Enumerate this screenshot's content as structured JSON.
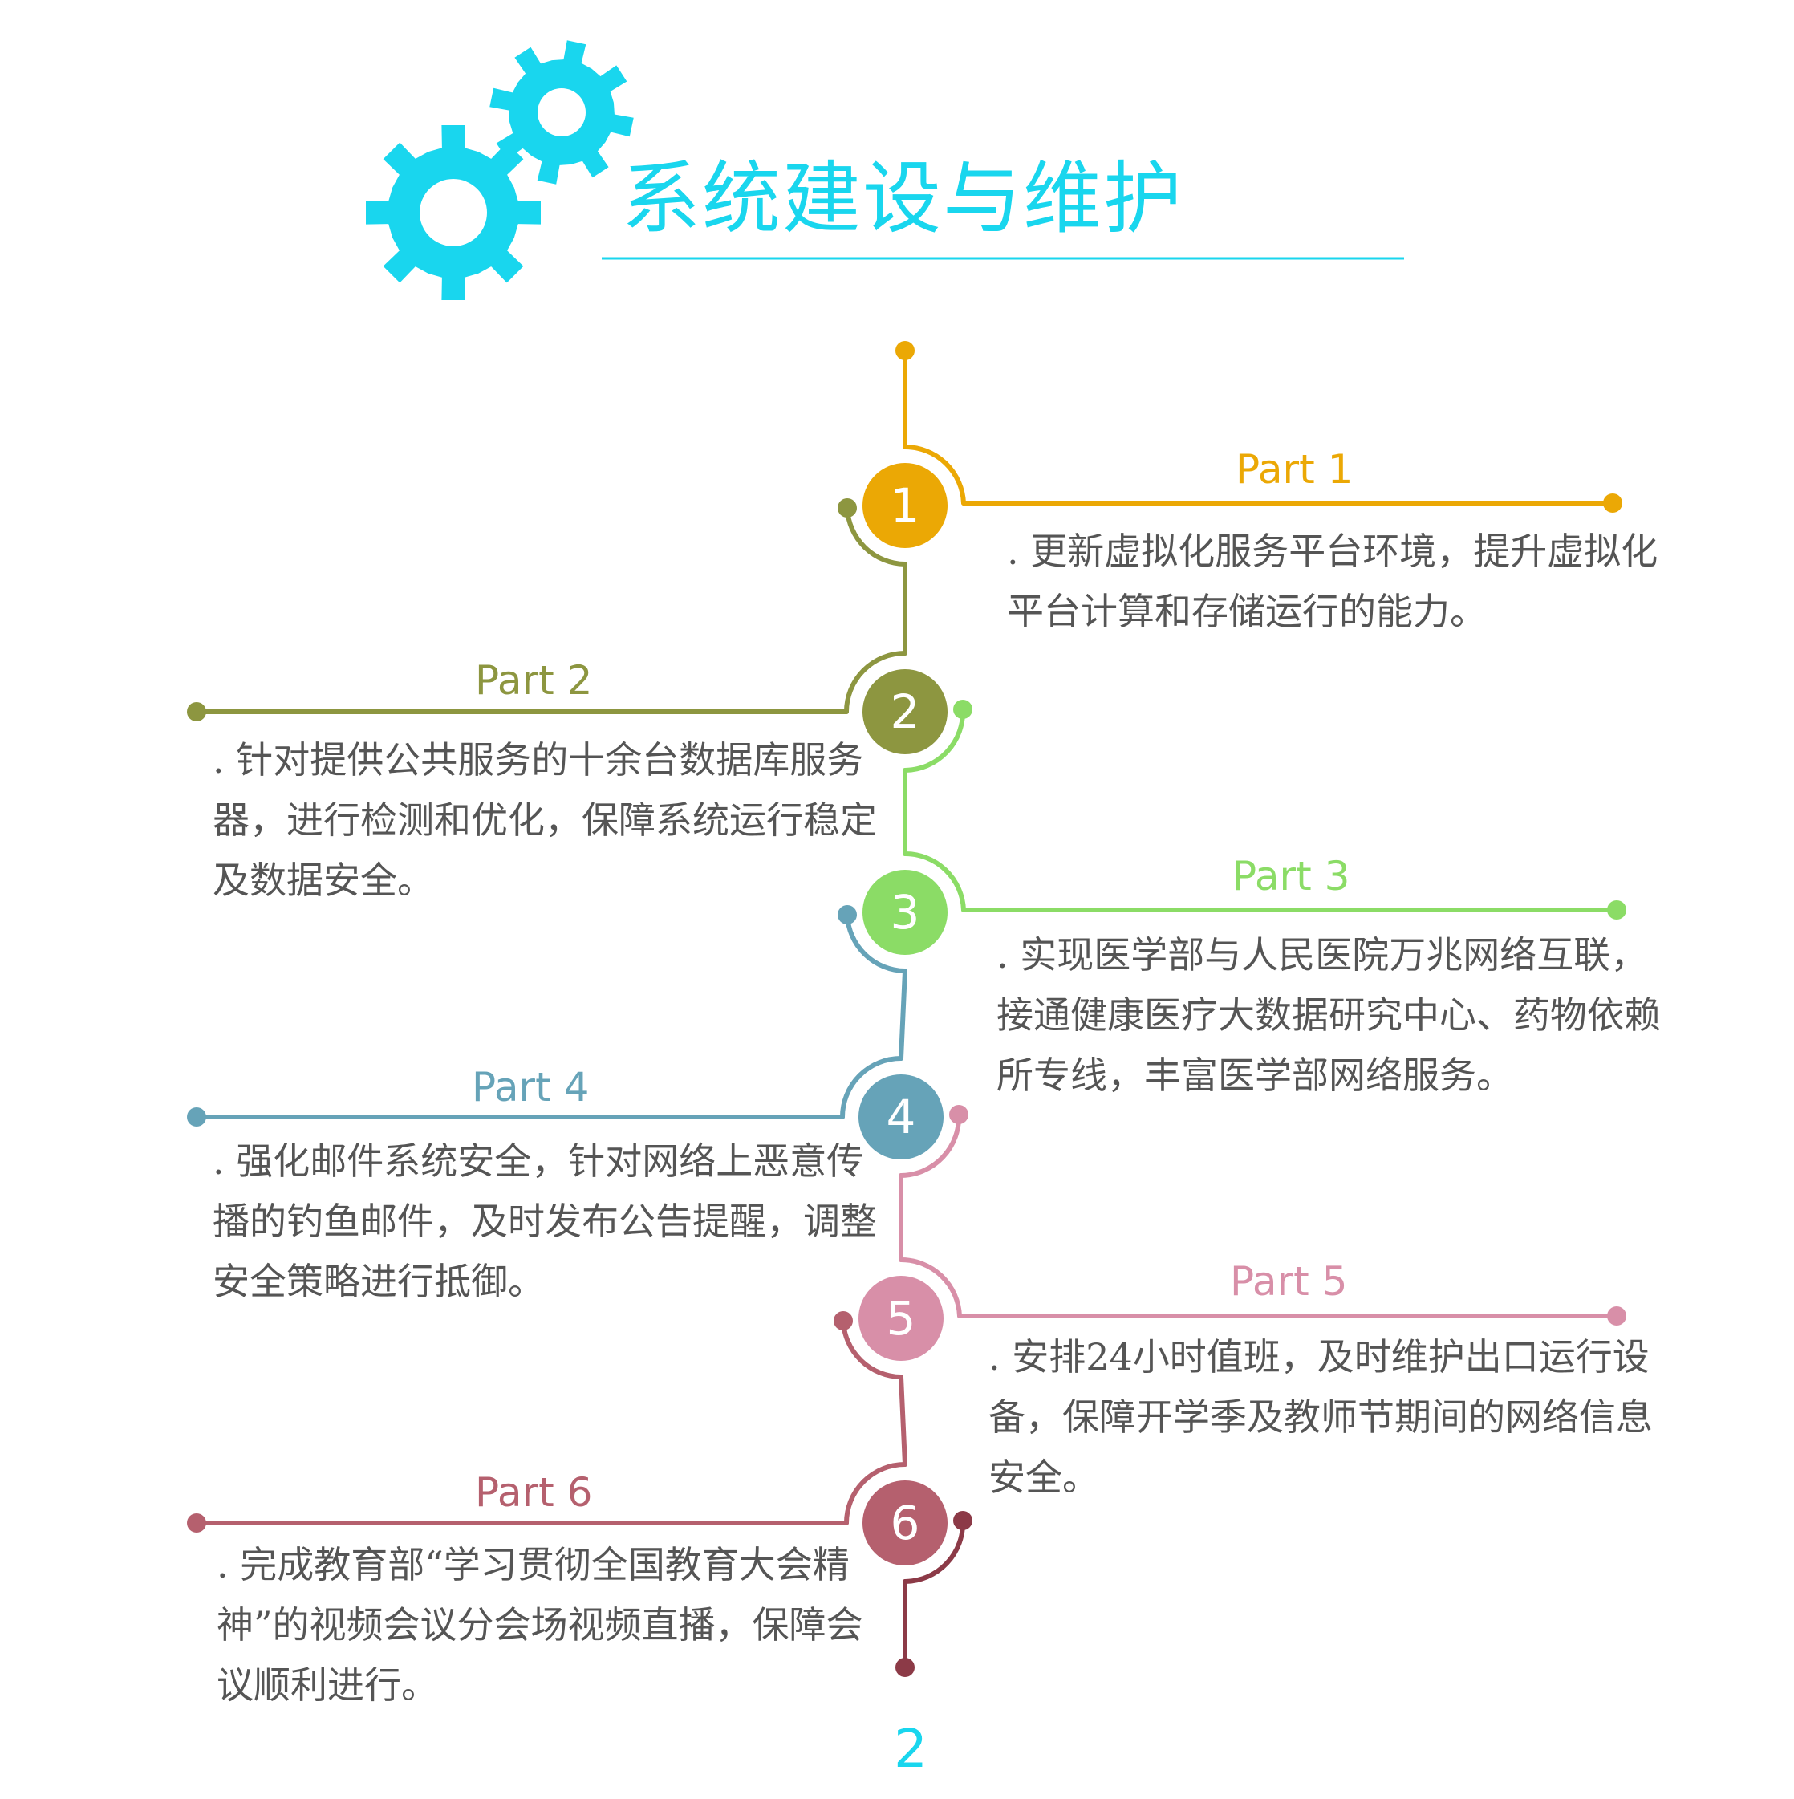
{
  "header": {
    "title": "系统建设与维护",
    "accent_color": "#19d6ee",
    "icon": "gears-icon"
  },
  "timeline": {
    "items": [
      {
        "number": "1",
        "label": "Part 1",
        "text": ". 更新虚拟化服务平台环境，提升虚拟化平台计算和存储运行的能力。",
        "color": "#eba805",
        "side": "right"
      },
      {
        "number": "2",
        "label": "Part 2",
        "text": ". 针对提供公共服务的十余台数据库服务器，进行检测和优化，保障系统运行稳定及数据安全。",
        "color": "#8d9640",
        "side": "left"
      },
      {
        "number": "3",
        "label": "Part 3",
        "text": ". 实现医学部与人民医院万兆网络互联，接通健康医疗大数据研究中心、药物依赖所专线，丰富医学部网络服务。",
        "color": "#8bdc66",
        "side": "right"
      },
      {
        "number": "4",
        "label": "Part 4",
        "text": ". 强化邮件系统安全，针对网络上恶意传播的钓鱼邮件，及时发布公告提醒，调整安全策略进行抵御。",
        "color": "#66a3b8",
        "side": "left"
      },
      {
        "number": "5",
        "label": "Part 5",
        "text": ". 安排24小时值班，及时维护出口运行设备，保障开学季及教师节期间的网络信息安全。",
        "color": "#d88fa8",
        "side": "right"
      },
      {
        "number": "6",
        "label": "Part 6",
        "text": ". 完成教育部“学习贯彻全国教育大会精神”的视频会议分会场视频直播，保障会议顺利进行。",
        "color": "#b5606e",
        "side": "left"
      }
    ],
    "end_color": "#8c3a47"
  },
  "page": {
    "number": "2"
  }
}
